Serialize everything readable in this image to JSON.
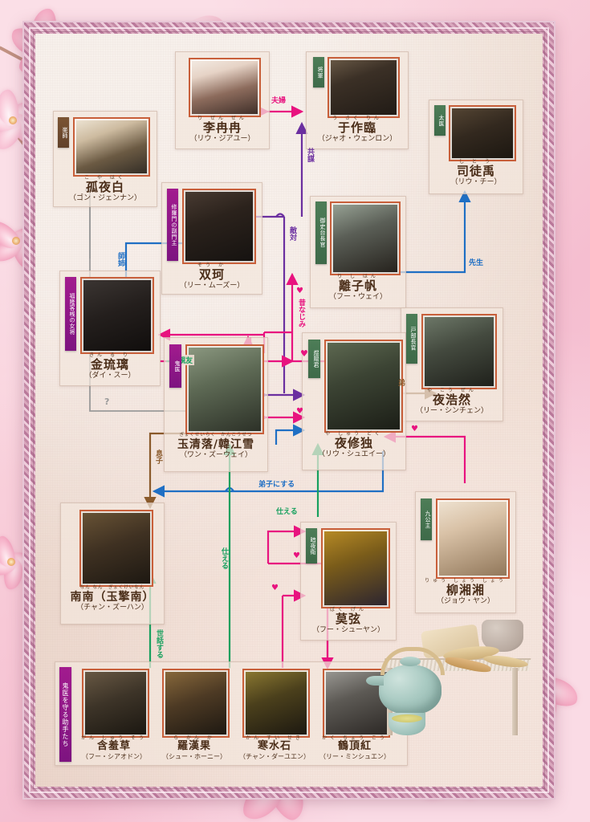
{
  "chart_title": "",
  "palette": {
    "green_tag": "#4d7d57",
    "magenta_tag": "#a21b8e",
    "brown_tag": "#7b5433",
    "purple_wire": "#6b2fa0",
    "pink_wire": "#e8137f",
    "blue_wire": "#1f6fc4",
    "green_wire": "#17a05e",
    "brown_wire": "#8a5a2b",
    "gray_wire": "#9a9a9a",
    "photo_border": "#c85f3a",
    "paper": "#ecd8cd"
  },
  "characters": [
    {
      "id": "gu-ye-bai",
      "tag": "楽師",
      "tag_color": "brown",
      "ruby": "こ や はく",
      "name": "孤夜白",
      "actor": "（ゴン・ジェンナン）"
    },
    {
      "id": "li-ran-ran",
      "tag": "",
      "tag_color": "",
      "ruby": "り ぜん ぜん",
      "name": "李冉冉",
      "actor": "（リウ・ジアユー）"
    },
    {
      "id": "yu-zuo-lin",
      "tag": "将軍",
      "tag_color": "green",
      "ruby": "う さく りん",
      "name": "于作臨",
      "actor": "（ジャオ・ウェンロン）"
    },
    {
      "id": "si-tu-yu",
      "tag": "太医",
      "tag_color": "green",
      "ruby": "し と う",
      "name": "司徒禹",
      "actor": "（リウ・チー）"
    },
    {
      "id": "shuang-ke",
      "tag": "修羅門の副門主",
      "tag_color": "magenta",
      "ruby": "そう か",
      "name": "双珂",
      "actor": "（リー・ムーズー）"
    },
    {
      "id": "li-zi-fan",
      "tag": "御史台長官",
      "tag_color": "green",
      "ruby": "り し はん",
      "name": "離子帆",
      "actor": "（フー・ウェイ）"
    },
    {
      "id": "jin-liu-li",
      "tag": "福隆客桟の女将",
      "tag_color": "magenta",
      "ruby": "きん る り",
      "name": "金琉璃",
      "actor": "（ダイ・スー）"
    },
    {
      "id": "ye-hao-ran",
      "tag": "戸部長官",
      "tag_color": "green",
      "ruby": "や こう ぜん",
      "name": "夜浩然",
      "actor": "（リー・シンチェン）"
    },
    {
      "id": "yu-qing-luo",
      "tag": "鬼医",
      "tag_color": "magenta",
      "ruby": "ぎょくせいらく　かんこうせつ",
      "name": "玉清落/韓江雪",
      "actor": "（ワン・ズーウェイ）"
    },
    {
      "id": "ye-xiu-du",
      "tag": "煜陽君",
      "tag_color": "green",
      "ruby": "や しゅう どく",
      "name": "夜修独",
      "actor": "（リウ・シュエイー）"
    },
    {
      "id": "nan-nan",
      "tag": "",
      "tag_color": "",
      "ruby": "なん なん　ぎょくけいなん",
      "name": "南南（玉擎南）",
      "actor": "（チャン・ズーハン）"
    },
    {
      "id": "mo-xian",
      "tag": "暗夜衛",
      "tag_color": "green",
      "ruby": "ばく げん",
      "name": "莫弦",
      "actor": "（フー・シューヤン）"
    },
    {
      "id": "liu-xiang-xiang",
      "tag": "九公主",
      "tag_color": "green",
      "ruby": "りゅう しょう しょう",
      "name": "柳湘湘",
      "actor": "（ジョウ・ヤン）"
    },
    {
      "id": "han-xiu-cao",
      "tag": "",
      "tag_color": "",
      "ruby": "がん しゅう そう",
      "name": "含羞草",
      "actor": "（フー・シアオドン）"
    },
    {
      "id": "luo-han-guo",
      "tag": "",
      "tag_color": "",
      "ruby": "ら かん か",
      "name": "羅漢果",
      "actor": "（シュー・ホーニー）"
    },
    {
      "id": "han-shui-shi",
      "tag": "",
      "tag_color": "",
      "ruby": "かん すい せき",
      "name": "寒水石",
      "actor": "（チャン・ダーユエン）"
    },
    {
      "id": "he-ding-hong",
      "tag": "",
      "tag_color": "",
      "ruby": "かく ちょう こう",
      "name": "鶴頂紅",
      "actor": "（リー・ミンシュエン）"
    }
  ],
  "group_label": "鬼医を守る助手たち",
  "relations": [
    {
      "id": "fufu",
      "label": "夫婦",
      "color": "#e8137f"
    },
    {
      "id": "kyobo",
      "label": "共謀",
      "color": "#6b2fa0"
    },
    {
      "id": "tekitai",
      "label": "敵対",
      "color": "#6b2fa0"
    },
    {
      "id": "shihai",
      "label": "師姉",
      "color": "#1f6fc4"
    },
    {
      "id": "sensei",
      "label": "先生",
      "color": "#1f6fc4"
    },
    {
      "id": "mukashi",
      "label": "昔なじみ",
      "color": "#e8137f"
    },
    {
      "id": "heart-q",
      "label": "♥?",
      "color": "#e8137f"
    },
    {
      "id": "shinyu",
      "label": "親友",
      "color": "#17a05e"
    },
    {
      "id": "question",
      "label": "?",
      "color": "#9a9a9a"
    },
    {
      "id": "musuko",
      "label": "息子",
      "color": "#8a5a2b"
    },
    {
      "id": "otouto",
      "label": "弟",
      "color": "#8a5a2b"
    },
    {
      "id": "deshi",
      "label": "弟子にする",
      "color": "#1f6fc4"
    },
    {
      "id": "tsukaeru-1",
      "label": "仕える",
      "color": "#17a05e"
    },
    {
      "id": "tsukaeru-2",
      "label": "仕える",
      "color": "#17a05e"
    },
    {
      "id": "sewasuru",
      "label": "世話する",
      "color": "#17a05e"
    },
    {
      "id": "heart-1",
      "label": "♥",
      "color": "#e8137f"
    },
    {
      "id": "heart-2",
      "label": "♥",
      "color": "#e8137f"
    },
    {
      "id": "heart-3",
      "label": "♥",
      "color": "#e8137f"
    },
    {
      "id": "heart-4",
      "label": "♥",
      "color": "#e8137f"
    },
    {
      "id": "heart-5",
      "label": "♥",
      "color": "#e8137f"
    }
  ]
}
